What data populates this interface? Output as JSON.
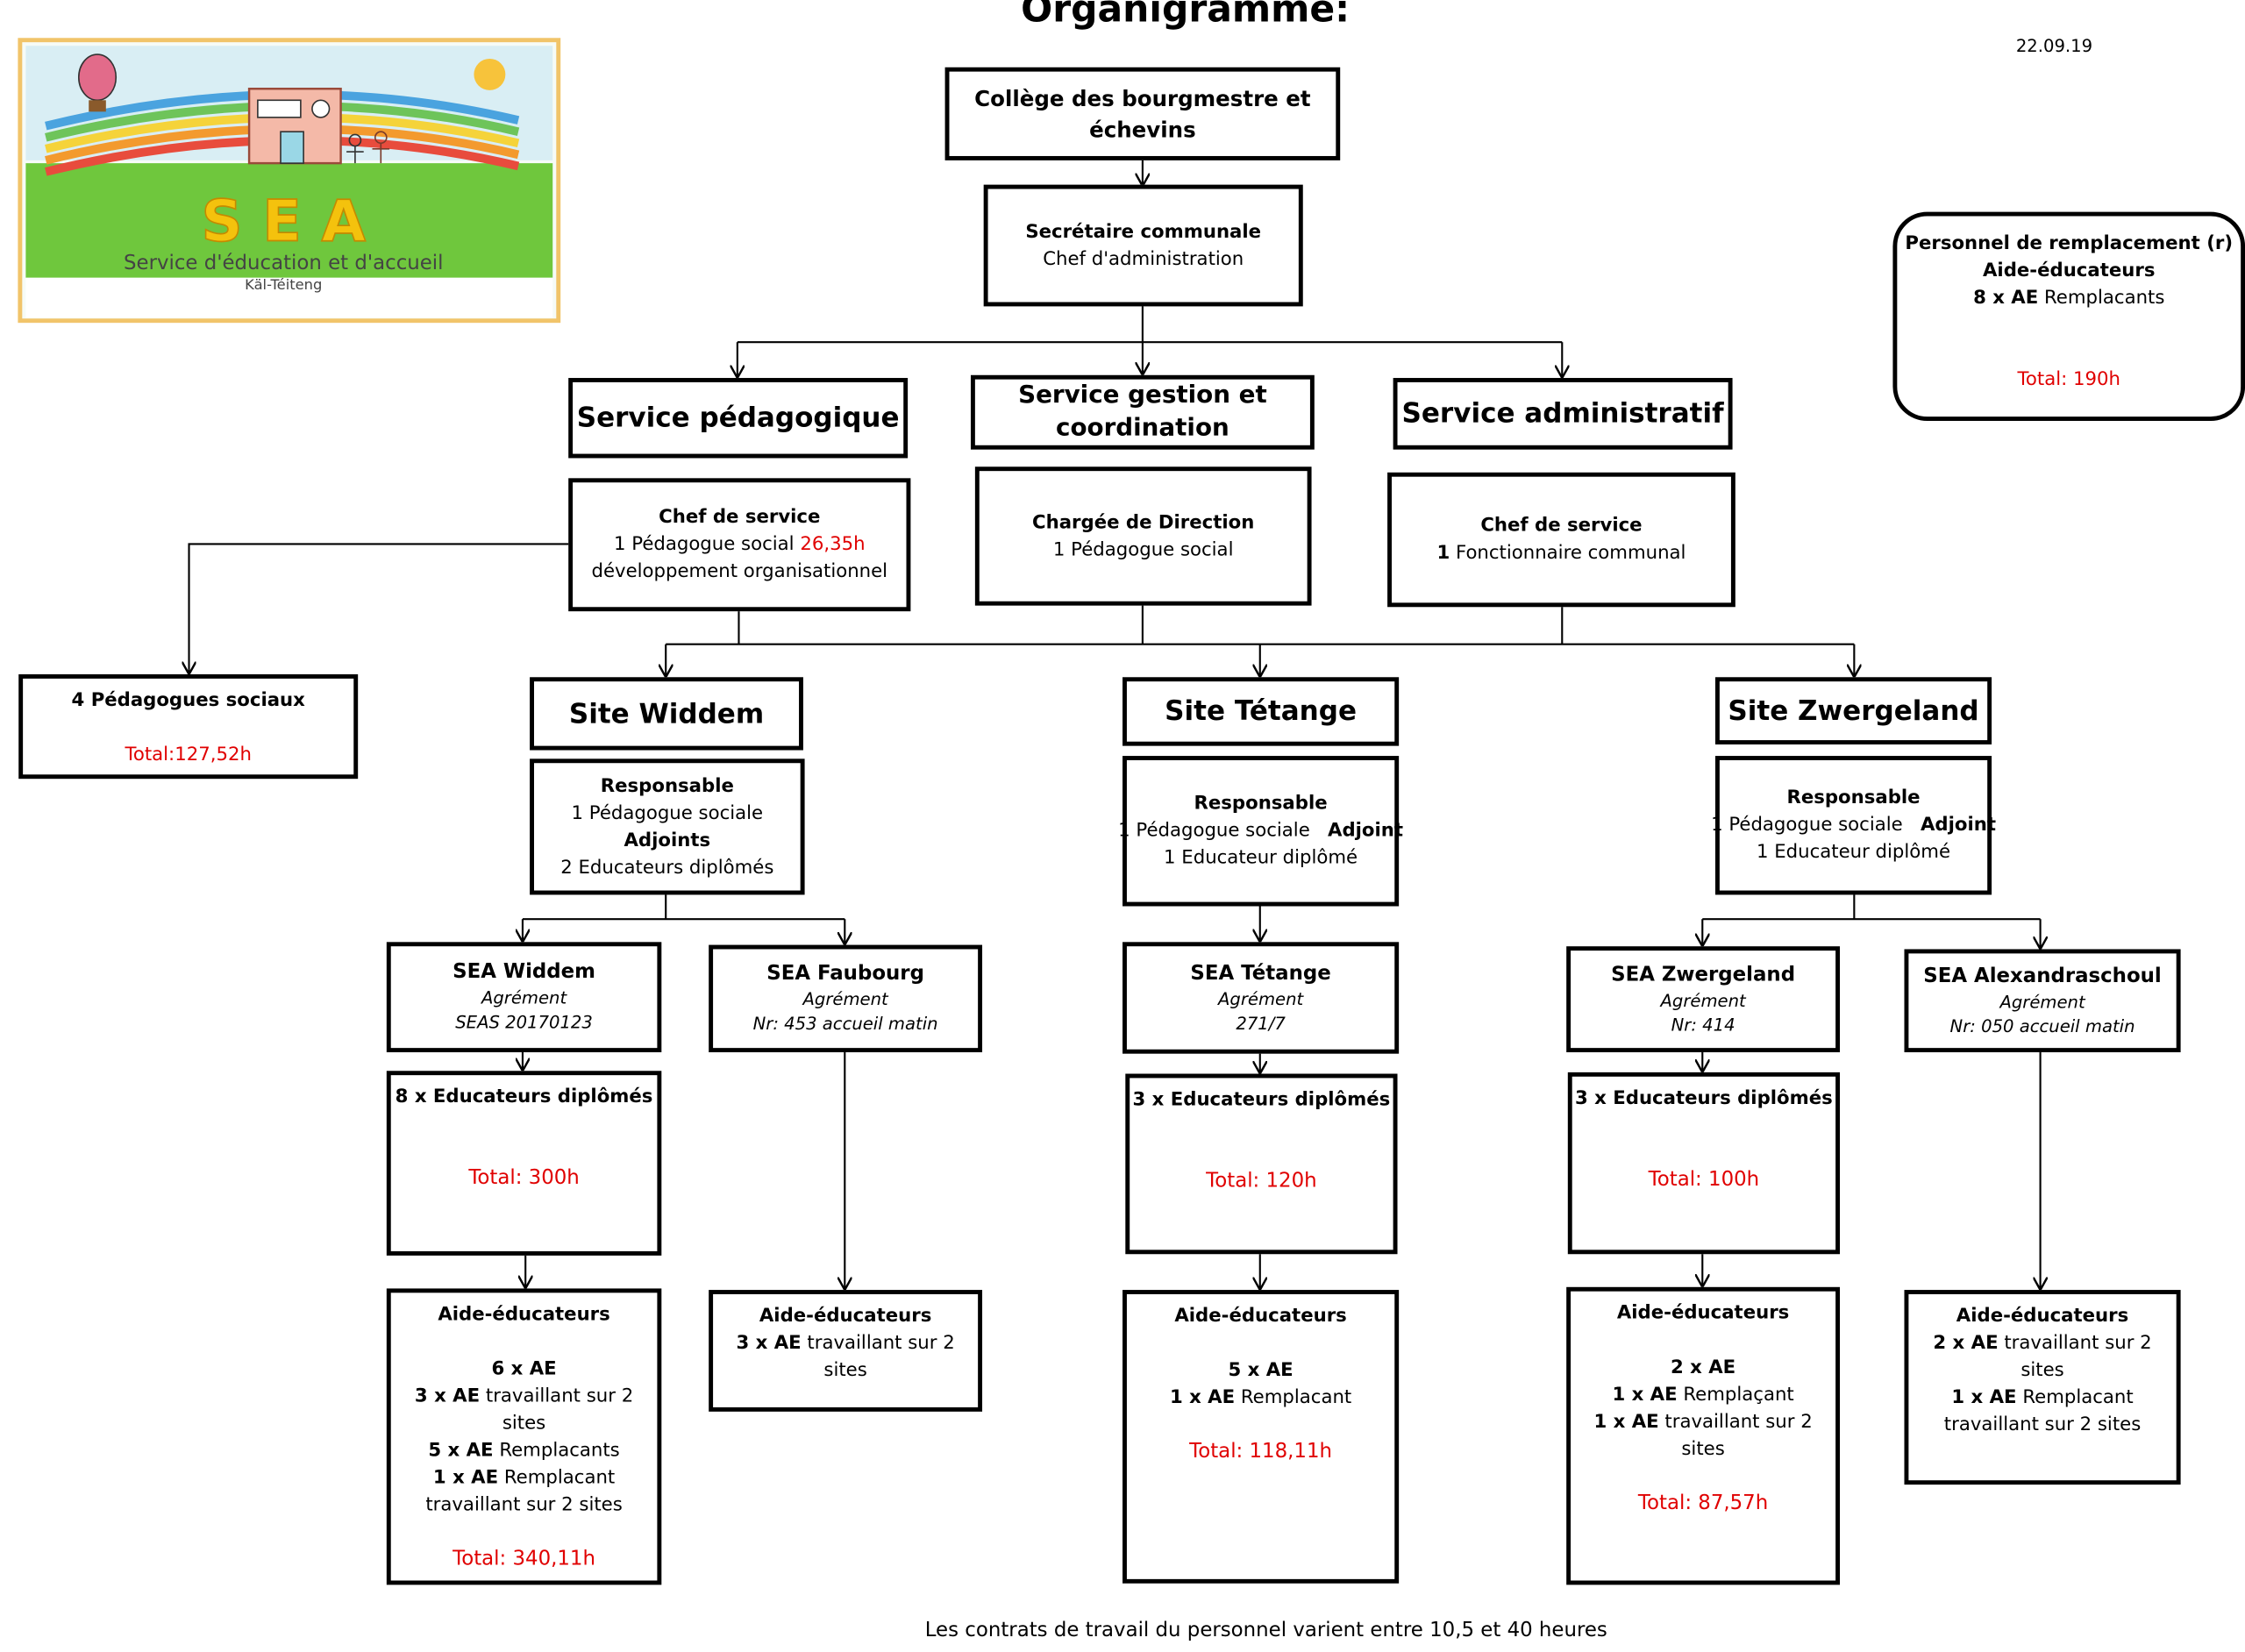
{
  "title": "Organigramme:",
  "date": "22.09.19",
  "footer": "Les contrats de travail du personnel varient entre 10,5 et 40 heures",
  "logo": {
    "letters": "S E A",
    "subtitle": "Service d'éducation et d'accueil",
    "place": "Käl-Téiteng"
  },
  "boxes": {
    "college": [
      "Collège des bourgmestre et",
      "échevins"
    ],
    "secretaire": {
      "title": "Secrétaire communale",
      "sub": "Chef d'administration"
    },
    "service_ped": "Service pédagogique",
    "service_gestion": [
      "Service gestion et",
      "coordination"
    ],
    "service_admin": "Service administratif",
    "chef_ped": {
      "title": "Chef de service",
      "line1": "1 Pédagogue social",
      "hours": "26,35h",
      "line2": "développement organisationnel"
    },
    "chargee": {
      "title": "Chargée de Direction",
      "line1": "1 Pédagogue social"
    },
    "chef_admin": {
      "title": "Chef de service",
      "num": "1",
      "line1": "Fonctionnaire communal"
    },
    "pedagogues": {
      "title": "4 Pédagogues sociaux",
      "total": "Total:127,52h"
    },
    "remplacement": {
      "title": "Personnel de remplacement (r)",
      "sub": "Aide-éducateurs",
      "count": "8 x AE",
      "count_text": "Remplacants",
      "total": "Total: 190h"
    },
    "site_widdem": "Site Widdem",
    "site_tetange": "Site Tétange",
    "site_zwergeland": "Site Zwergeland",
    "resp_widdem": {
      "title": "Responsable",
      "line1": "1 Pédagogue sociale",
      "adj": "Adjoints",
      "line2": "2 Educateurs diplômés"
    },
    "resp_tetange": {
      "title": "Responsable",
      "line1": "1 Pédagogue sociale",
      "adj": "Adjoint",
      "line2": "1 Educateur diplômé"
    },
    "resp_zwergeland": {
      "title": "Responsable",
      "line1": "1 Pédagogue sociale",
      "adj": "Adjoint",
      "line2": "1 Educateur diplômé"
    },
    "sea_widdem": {
      "title": "SEA Widdem",
      "agr": "Agrément",
      "nr": "SEAS 20170123"
    },
    "sea_faubourg": {
      "title": "SEA Faubourg",
      "agr": "Agrément",
      "nr": "Nr: 453 accueil matin"
    },
    "sea_tetange": {
      "title": "SEA Tétange",
      "agr": "Agrément",
      "nr": "271/7"
    },
    "sea_zwergeland": {
      "title": "SEA Zwergeland",
      "agr": "Agrément",
      "nr": "Nr: 414"
    },
    "sea_alex": {
      "title": "SEA Alexandraschoul",
      "agr": "Agrément",
      "nr": "Nr: 050 accueil matin"
    },
    "edu_widdem": {
      "title": "8 x Educateurs diplômés",
      "total": "Total: 300h"
    },
    "edu_tetange": {
      "title": "3 x Educateurs diplômés",
      "total": "Total: 120h"
    },
    "edu_zwergeland": {
      "title": "3 x Educateurs diplômés",
      "total": "Total: 100h"
    },
    "ae_widdem": {
      "title": "Aide-éducateurs",
      "l1b": "6 x AE",
      "l2b": "3 x AE",
      "l2": "travaillant sur 2",
      "l2c": "sites",
      "l3b": "5 x AE",
      "l3": "Remplacants",
      "l4b": "1 x AE",
      "l4": "Remplacant",
      "l4c": "travaillant sur 2 sites",
      "total": "Total: 340,11h"
    },
    "ae_faubourg": {
      "title": "Aide-éducateurs",
      "l1b": "3 x AE",
      "l1": "travaillant sur 2",
      "l1c": "sites"
    },
    "ae_tetange": {
      "title": "Aide-éducateurs",
      "l1b": "5 x AE",
      "l2b": "1 x AE",
      "l2": "Remplacant",
      "total": "Total: 118,11h"
    },
    "ae_zwergeland": {
      "title": "Aide-éducateurs",
      "l1b": "2 x AE",
      "l2b": "1 x AE",
      "l2": "Remplaçant",
      "l3b": "1 x AE",
      "l3": "travaillant sur 2",
      "l3c": "sites",
      "total": "Total: 87,57h"
    },
    "ae_alex": {
      "title": "Aide-éducateurs",
      "l1b": "2 x AE",
      "l1": "travaillant sur 2",
      "l1c": "sites",
      "l2b": "1 x AE",
      "l2": "Remplacant",
      "l2c": "travaillant sur 2 sites"
    }
  }
}
